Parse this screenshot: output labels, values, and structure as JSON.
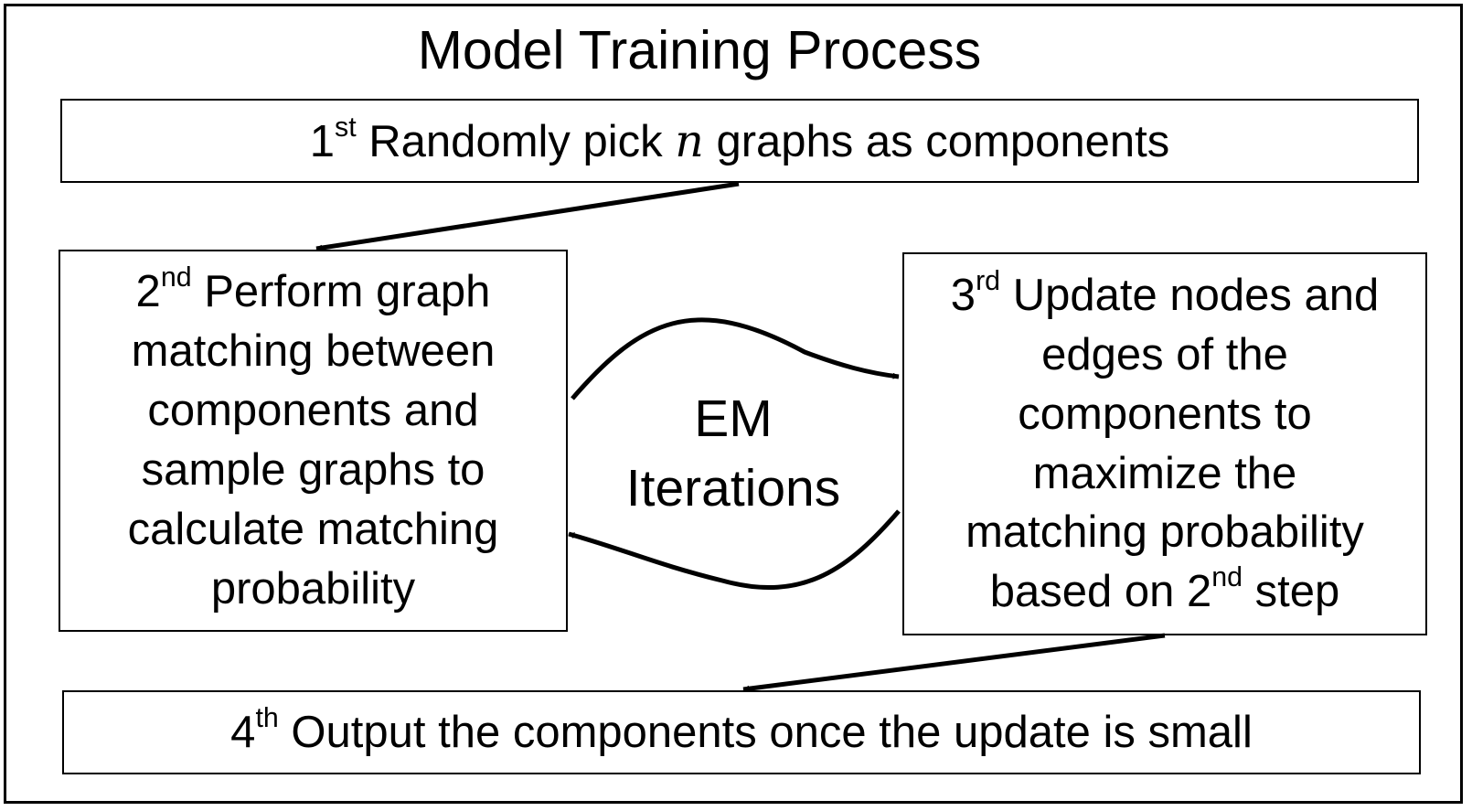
{
  "title": "Model Training Process",
  "steps": {
    "s1": {
      "ord": "1",
      "sup": "st",
      "pre": "Randomly pick",
      "var": "n",
      "post": "graphs as components"
    },
    "s2": {
      "ord": "2",
      "sup": "nd",
      "first": "Perform graph",
      "lines": [
        "matching between",
        "components and",
        "sample graphs to",
        "calculate matching",
        "probability"
      ]
    },
    "s3": {
      "ord": "3",
      "sup": "rd",
      "first": "Update nodes and",
      "lines": [
        "edges of the",
        "components to",
        "maximize the",
        "matching probability"
      ],
      "last_pre": "based on 2",
      "last_sup": "nd",
      "last_post": "step"
    },
    "s4": {
      "ord": "4",
      "sup": "th",
      "text": "Output the components once the update is small"
    }
  },
  "loop": {
    "line1": "EM",
    "line2": "Iterations"
  }
}
